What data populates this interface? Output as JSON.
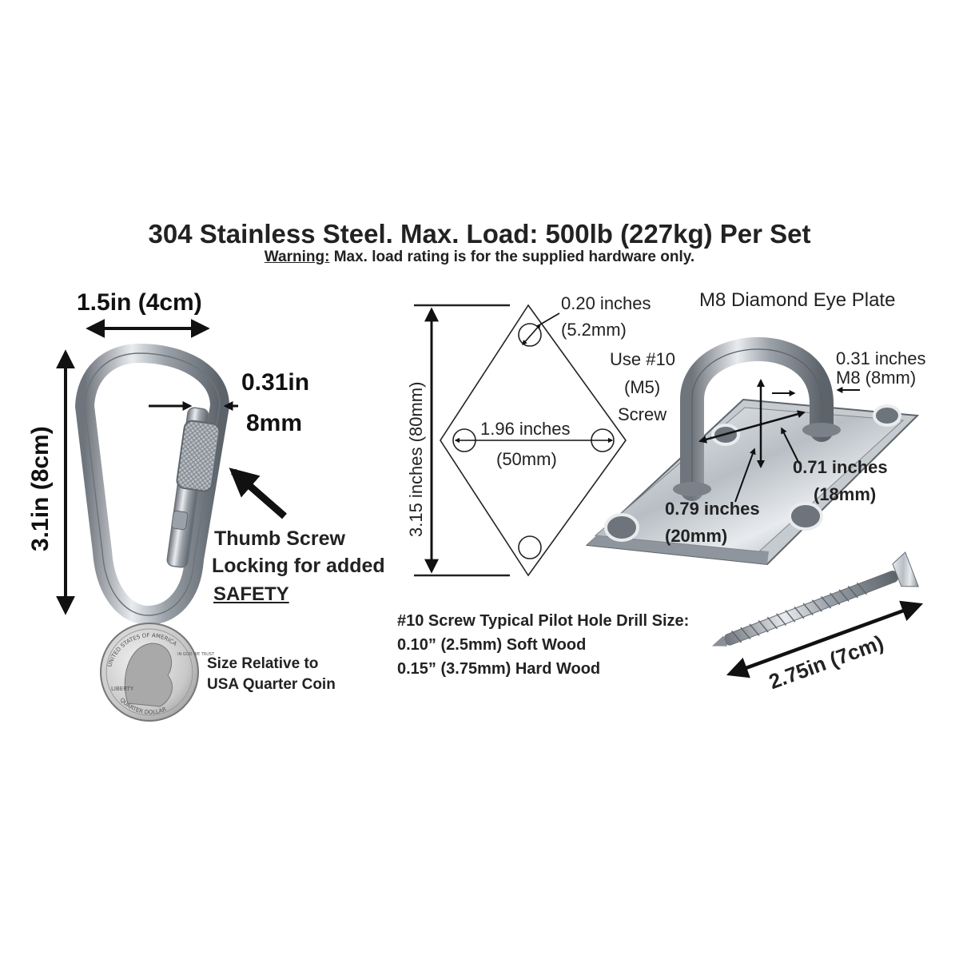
{
  "header": {
    "title": "304 Stainless Steel. Max. Load: 500lb (227kg) Per Set",
    "warning_label": "Warning:",
    "warning_text": " Max. load rating is for the supplied hardware only."
  },
  "carabiner": {
    "width_label": "1.5in (4cm)",
    "height_label": "3.1in (8cm)",
    "wire_in": "0.31in",
    "wire_mm": "8mm",
    "lock_line1": "Thumb Screw",
    "lock_line2": "Locking for added",
    "lock_line3": "SAFETY"
  },
  "coin": {
    "caption_line1": "Size Relative to",
    "caption_line2": "USA Quarter Coin",
    "text_top": "UNITED STATES OF AMERICA",
    "text_bottom": "QUARTER DOLLAR",
    "text_liberty": "LIBERTY",
    "text_motto": "IN GOD WE TRUST"
  },
  "diamond_plate": {
    "name": "M8 Diamond Eye Plate",
    "hole_in": "0.20 inches",
    "hole_mm": "(5.2mm)",
    "width_in": "1.96 inches",
    "width_mm": "(50mm)",
    "height_label": "3.15 inches (80mm)",
    "screw_line1": "Use #10",
    "screw_line2": "(M5)",
    "screw_line3": "Screw",
    "eye_wire_in": "0.31 inches",
    "eye_wire_mm": "M8 (8mm)",
    "eye_height_in": "0.71 inches",
    "eye_height_mm": "(18mm)",
    "eye_width_in": "0.79 inches",
    "eye_width_mm": "(20mm)"
  },
  "screw": {
    "pilot_title": "#10 Screw Typical Pilot Hole Drill Size:",
    "soft_wood": "0.10” (2.5mm) Soft Wood",
    "hard_wood": "0.15” (3.75mm) Hard Wood",
    "length_label": "2.75in (7cm)"
  }
}
